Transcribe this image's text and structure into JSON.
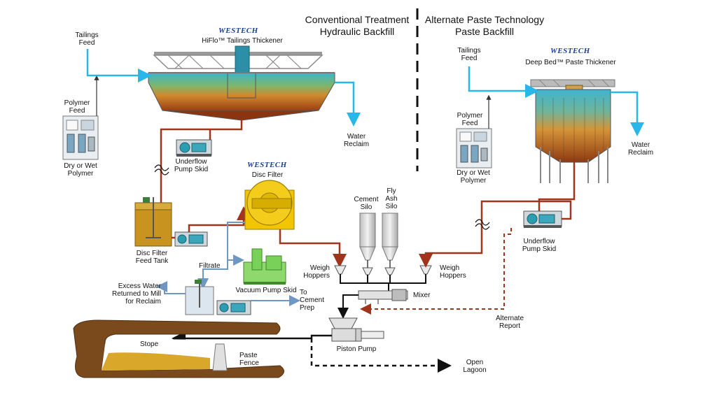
{
  "headings": {
    "conventional_line1": "Conventional Treatment",
    "conventional_line2": "Hydraulic Backfill",
    "alternate_line1": "Alternate Paste Technology",
    "alternate_line2": "Paste Backfill"
  },
  "brand": "WESTECH",
  "labels": {
    "tailings_feed_left_1": "Tailings",
    "tailings_feed_left_2": "Feed",
    "hiflo_thickener": "HiFlo™ Tailings Thickener",
    "polymer_feed_left_1": "Polymer",
    "polymer_feed_left_2": "Feed",
    "dry_wet_polymer_left_1": "Dry or Wet",
    "dry_wet_polymer_left_2": "Polymer",
    "water_reclaim_left_1": "Water",
    "water_reclaim_left_2": "Reclaim",
    "underflow_pump_skid_left_1": "Underflow",
    "underflow_pump_skid_left_2": "Pump Skid",
    "disc_filter": "Disc Filter",
    "disc_filter_feed_tank_1": "Disc Filter",
    "disc_filter_feed_tank_2": "Feed Tank",
    "filtrate": "Filtrate",
    "vacuum_pump_skid": "Vacuum Pump Skid",
    "excess_water_1": "Excess Water",
    "excess_water_2": "Returned to Mill",
    "excess_water_3": "for Reclaim",
    "to_cement_prep_1": "To",
    "to_cement_prep_2": "Cement",
    "to_cement_prep_3": "Prep",
    "cement_silo_1": "Cement",
    "cement_silo_2": "Silo",
    "fly_ash_silo_1": "Fly",
    "fly_ash_silo_2": "Ash",
    "fly_ash_silo_3": "Silo",
    "weigh_hoppers_left_1": "Weigh",
    "weigh_hoppers_left_2": "Hoppers",
    "weigh_hoppers_right_1": "Weigh",
    "weigh_hoppers_right_2": "Hoppers",
    "mixer": "Mixer",
    "piston_pump": "Piston Pump",
    "stope": "Stope",
    "paste_fence_1": "Paste",
    "paste_fence_2": "Fence",
    "open_lagoon_1": "Open",
    "open_lagoon_2": "Lagoon",
    "alternate_report_1": "Alternate",
    "alternate_report_2": "Report",
    "tailings_feed_right_1": "Tailings",
    "tailings_feed_right_2": "Feed",
    "deep_bed_thickener": "Deep Bed™ Paste Thickener",
    "polymer_feed_right_1": "Polymer",
    "polymer_feed_right_2": "Feed",
    "dry_wet_polymer_right_1": "Dry or Wet",
    "dry_wet_polymer_right_2": "Polymer",
    "water_reclaim_right_1": "Water",
    "water_reclaim_right_2": "Reclaim",
    "underflow_pump_skid_right_1": "Underflow",
    "underflow_pump_skid_right_2": "Pump Skid"
  },
  "colors": {
    "water_line": "#29b6e8",
    "slurry_line": "#a0341c",
    "filtrate_line": "#6f97c4",
    "paste_line": "#111111",
    "brand": "#1b3f8f",
    "disc_filter": "#f2c500",
    "vacuum_skid": "#7ad15a",
    "stope_rock": "#7a4a1c",
    "paste_fill": "#d9a72a"
  }
}
